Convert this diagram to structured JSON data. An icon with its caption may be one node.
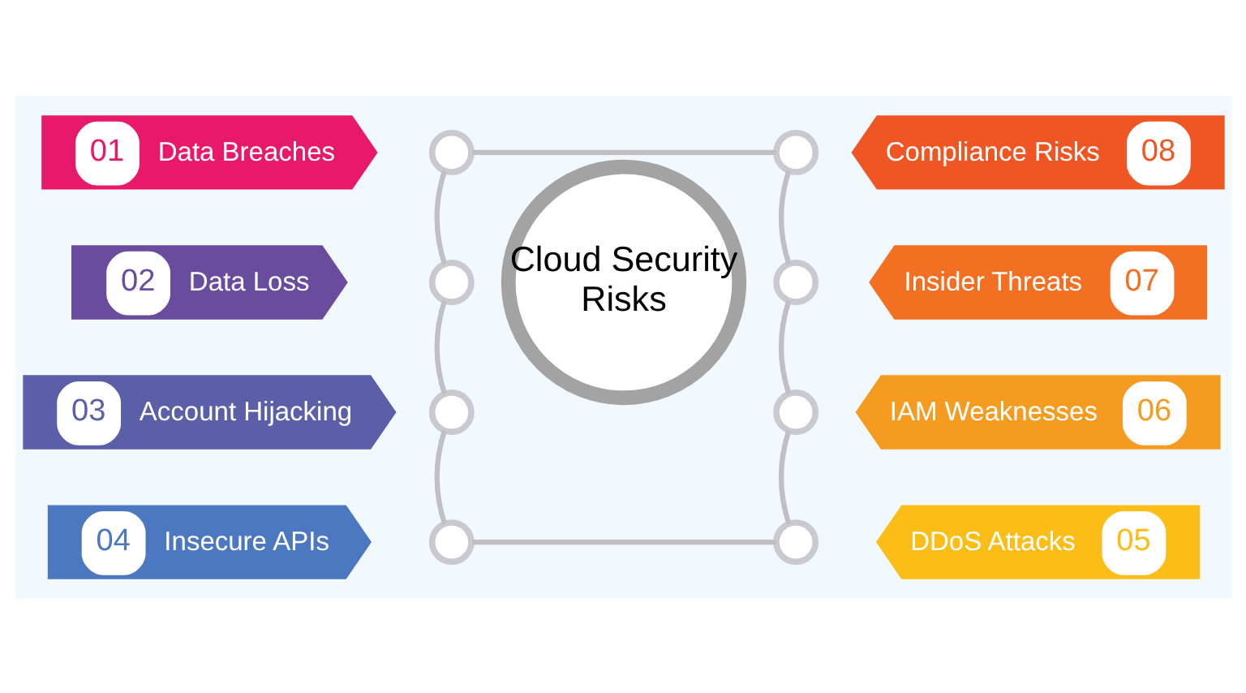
{
  "diagram": {
    "nodes": [
      {
        "text": [
          "Cloud Security Risks"
        ]
      },
      {
        "text": [
          "01",
          "Data Breaches"
        ]
      },
      {
        "text": [
          "02",
          "Data Loss"
        ]
      },
      {
        "text": [
          "03",
          "Account Hijacking"
        ]
      },
      {
        "text": [
          "04",
          "Insecure APIs"
        ]
      },
      {
        "text": [
          "DDoS Attacks",
          "05"
        ]
      },
      {
        "text": [
          "IAM Weaknesses",
          "06"
        ]
      },
      {
        "text": [
          "Insider Threats",
          "07"
        ]
      },
      {
        "text": [
          "Compliance Risks",
          "08"
        ]
      },
      {
        "text": [],
        "shape": "circle"
      },
      {
        "text": [],
        "shape": "circle"
      },
      {
        "text": [],
        "shape": "circle"
      },
      {
        "text": [],
        "shape": "circle"
      },
      {
        "text": [],
        "shape": "circle"
      },
      {
        "text": [],
        "shape": "circle"
      },
      {
        "text": [],
        "shape": "circle"
      },
      {
        "text": [],
        "shape": "circle"
      }
    ],
    "edges": [
      {
        "from": 9,
        "to": 10,
        "arrow": "none"
      },
      {
        "from": 10,
        "to": 11,
        "arrow": "none"
      },
      {
        "from": 11,
        "to": 12,
        "arrow": "none"
      },
      {
        "from": 12,
        "to": 13,
        "arrow": "none"
      },
      {
        "from": 13,
        "to": 14,
        "arrow": "none"
      },
      {
        "from": 14,
        "to": 15,
        "arrow": "none"
      },
      {
        "from": 15,
        "to": 16,
        "arrow": "none"
      },
      {
        "from": 16,
        "to": 9,
        "arrow": "none"
      }
    ]
  }
}
